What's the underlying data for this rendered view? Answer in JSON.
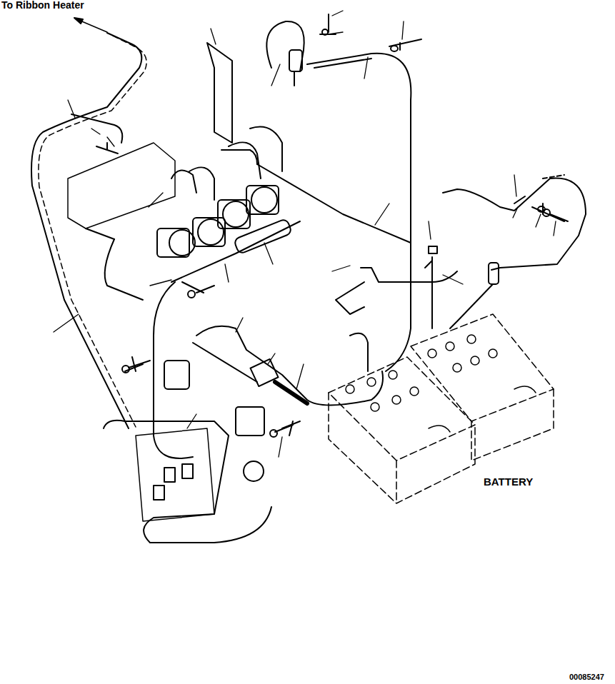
{
  "diagram": {
    "labels": [
      "To Ribbon Heater",
      "BATTERY",
      "00085247"
    ]
  }
}
